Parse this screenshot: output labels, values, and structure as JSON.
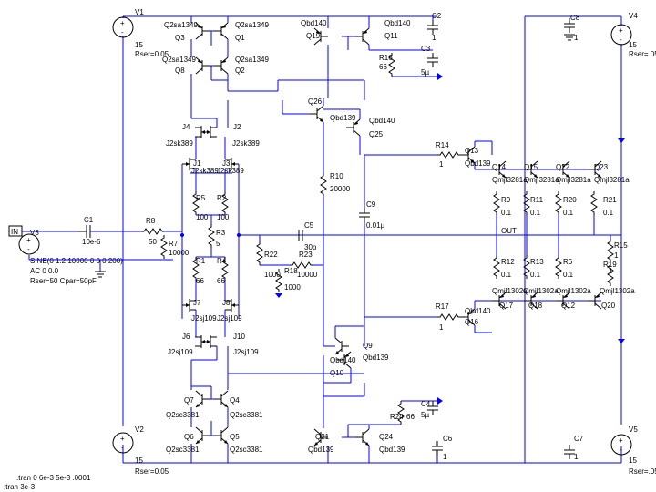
{
  "diagram": {
    "sources": {
      "v1": {
        "name": "V1",
        "value": "15",
        "rser": "Rser=0.05"
      },
      "v2": {
        "name": "V2",
        "value": "15",
        "rser": "Rser=0.05"
      },
      "v3": {
        "name": "V3",
        "line1": "SINE(0 1.2 10000 0 0 0 200)",
        "line2": "AC 0 0.0",
        "line3": "Rser=50 Cpar=50pF"
      },
      "v4": {
        "name": "V4",
        "value": "15",
        "rser": "Rser=.05"
      },
      "v5": {
        "name": "V5",
        "value": "15",
        "rser": "Rser=.05"
      }
    },
    "in_label": "IN",
    "out_label": "OUT",
    "caps": {
      "c1": {
        "name": "C1",
        "value": "10e-6"
      },
      "c2": {
        "name": "C2",
        "value": "1"
      },
      "c3": {
        "name": "C3",
        "value": "5µ"
      },
      "c4": {
        "name": "C4",
        "value": "5µ"
      },
      "c5": {
        "name": "C5",
        "value": "30p"
      },
      "c6": {
        "name": "C6",
        "value": "1"
      },
      "c7": {
        "name": "C7",
        "value": "1"
      },
      "c8": {
        "name": "C8",
        "value": "1"
      },
      "c9": {
        "name": "C9",
        "value": "0.01µ"
      }
    },
    "res": {
      "r1": {
        "name": "R1",
        "value": "66"
      },
      "r2": {
        "name": "R2",
        "value": "100"
      },
      "r3": {
        "name": "R3",
        "value": "5"
      },
      "r4": {
        "name": "R4",
        "value": "66"
      },
      "r5": {
        "name": "R5",
        "value": "100"
      },
      "r6": {
        "name": "R6",
        "value": "0.1"
      },
      "r7": {
        "name": "R7",
        "value": "10000"
      },
      "r8": {
        "name": "R8",
        "value": "50"
      },
      "r9": {
        "name": "R9",
        "value": "0.1"
      },
      "r10": {
        "name": "R10",
        "value": "20000"
      },
      "r11": {
        "name": "R11",
        "value": "0.1"
      },
      "r12": {
        "name": "R12",
        "value": "0.1"
      },
      "r13": {
        "name": "R13",
        "value": "0.1"
      },
      "r14": {
        "name": "R14",
        "value": "1"
      },
      "r15": {
        "name": "R15",
        "value": "1"
      },
      "r16": {
        "name": "R16",
        "value": "66"
      },
      "r17": {
        "name": "R17",
        "value": "1"
      },
      "r18": {
        "name": "R18",
        "value": "1000"
      },
      "r19": {
        "name": "R19",
        "value": "1"
      },
      "r20": {
        "name": "R20",
        "value": "0.1"
      },
      "r21": {
        "name": "R21",
        "value": "0.1"
      },
      "r22": {
        "name": "R22",
        "value": "1000"
      },
      "r23": {
        "name": "R23",
        "value": "10000"
      },
      "r24": {
        "name": "R24",
        "value": "66"
      }
    },
    "trans": {
      "q1": "Q1",
      "q1m": "Q2sa1349",
      "q2": "Q2",
      "q2m": "Q2sa1349",
      "q3": "Q3",
      "q3m": "Q2sa1349",
      "q8": "Q8",
      "q8m": "Q2sa1349",
      "q19": "Q19",
      "q19m": "Qbd140",
      "q11": "Q11",
      "q11m": "Qbd140",
      "q26": "Q26",
      "q26m": "Qbd139",
      "q25": "Q25",
      "q25m": "Qbd140",
      "j4": "J4",
      "j4m": "J2sk389",
      "j2": "J2",
      "j2m": "J2sk389",
      "j1": "J1",
      "j1m": "J2sk389",
      "j3": "J3",
      "j3m": "J2sk389",
      "j7": "J7",
      "j7m": "J2sj109",
      "j8": "J8",
      "j8m": "J2sj109",
      "j6": "J6",
      "j6m": "J2sj109",
      "j10": "J10",
      "j10m": "J2sj109",
      "q7": "Q7",
      "q7m": "Q2sc3381",
      "q4": "Q4",
      "q4m": "Q2sc3381",
      "q6": "Q6",
      "q6m": "Q2sc3381",
      "q5": "Q5",
      "q5m": "Q2sc3381",
      "q9": "Q9",
      "q9m": "Qbd139",
      "q10": "Q10",
      "q10m": "Qbd140",
      "q21": "Q21",
      "q21m": "Qbd139",
      "q24": "Q24",
      "q24m": "Qbd139",
      "q13": "Q13",
      "q13m": "Qbd139",
      "q16": "Q16",
      "q16m": "Qbd140",
      "q14": "Q14",
      "q14m": "Qmjl3281a",
      "q15": "Q15",
      "q15m": "Qmjl3281a",
      "q22": "Q22",
      "q22m": "Qmjl3281a",
      "q23": "Q23",
      "q23m": "Qmjl3281a",
      "q17": "Q17",
      "q17m": "Qmjl1302a",
      "q18": "Q18",
      "q18m": "Qmjl1302a",
      "q12": "Q12",
      "q12m": "Qmjl1302a",
      "q20": "Q20",
      "q20m": "Qmjl1302a"
    },
    "directives": {
      "tran1": ".tran 0 6e-3 5e-3 .0001",
      "tran2": ";tran 3e-3"
    }
  }
}
